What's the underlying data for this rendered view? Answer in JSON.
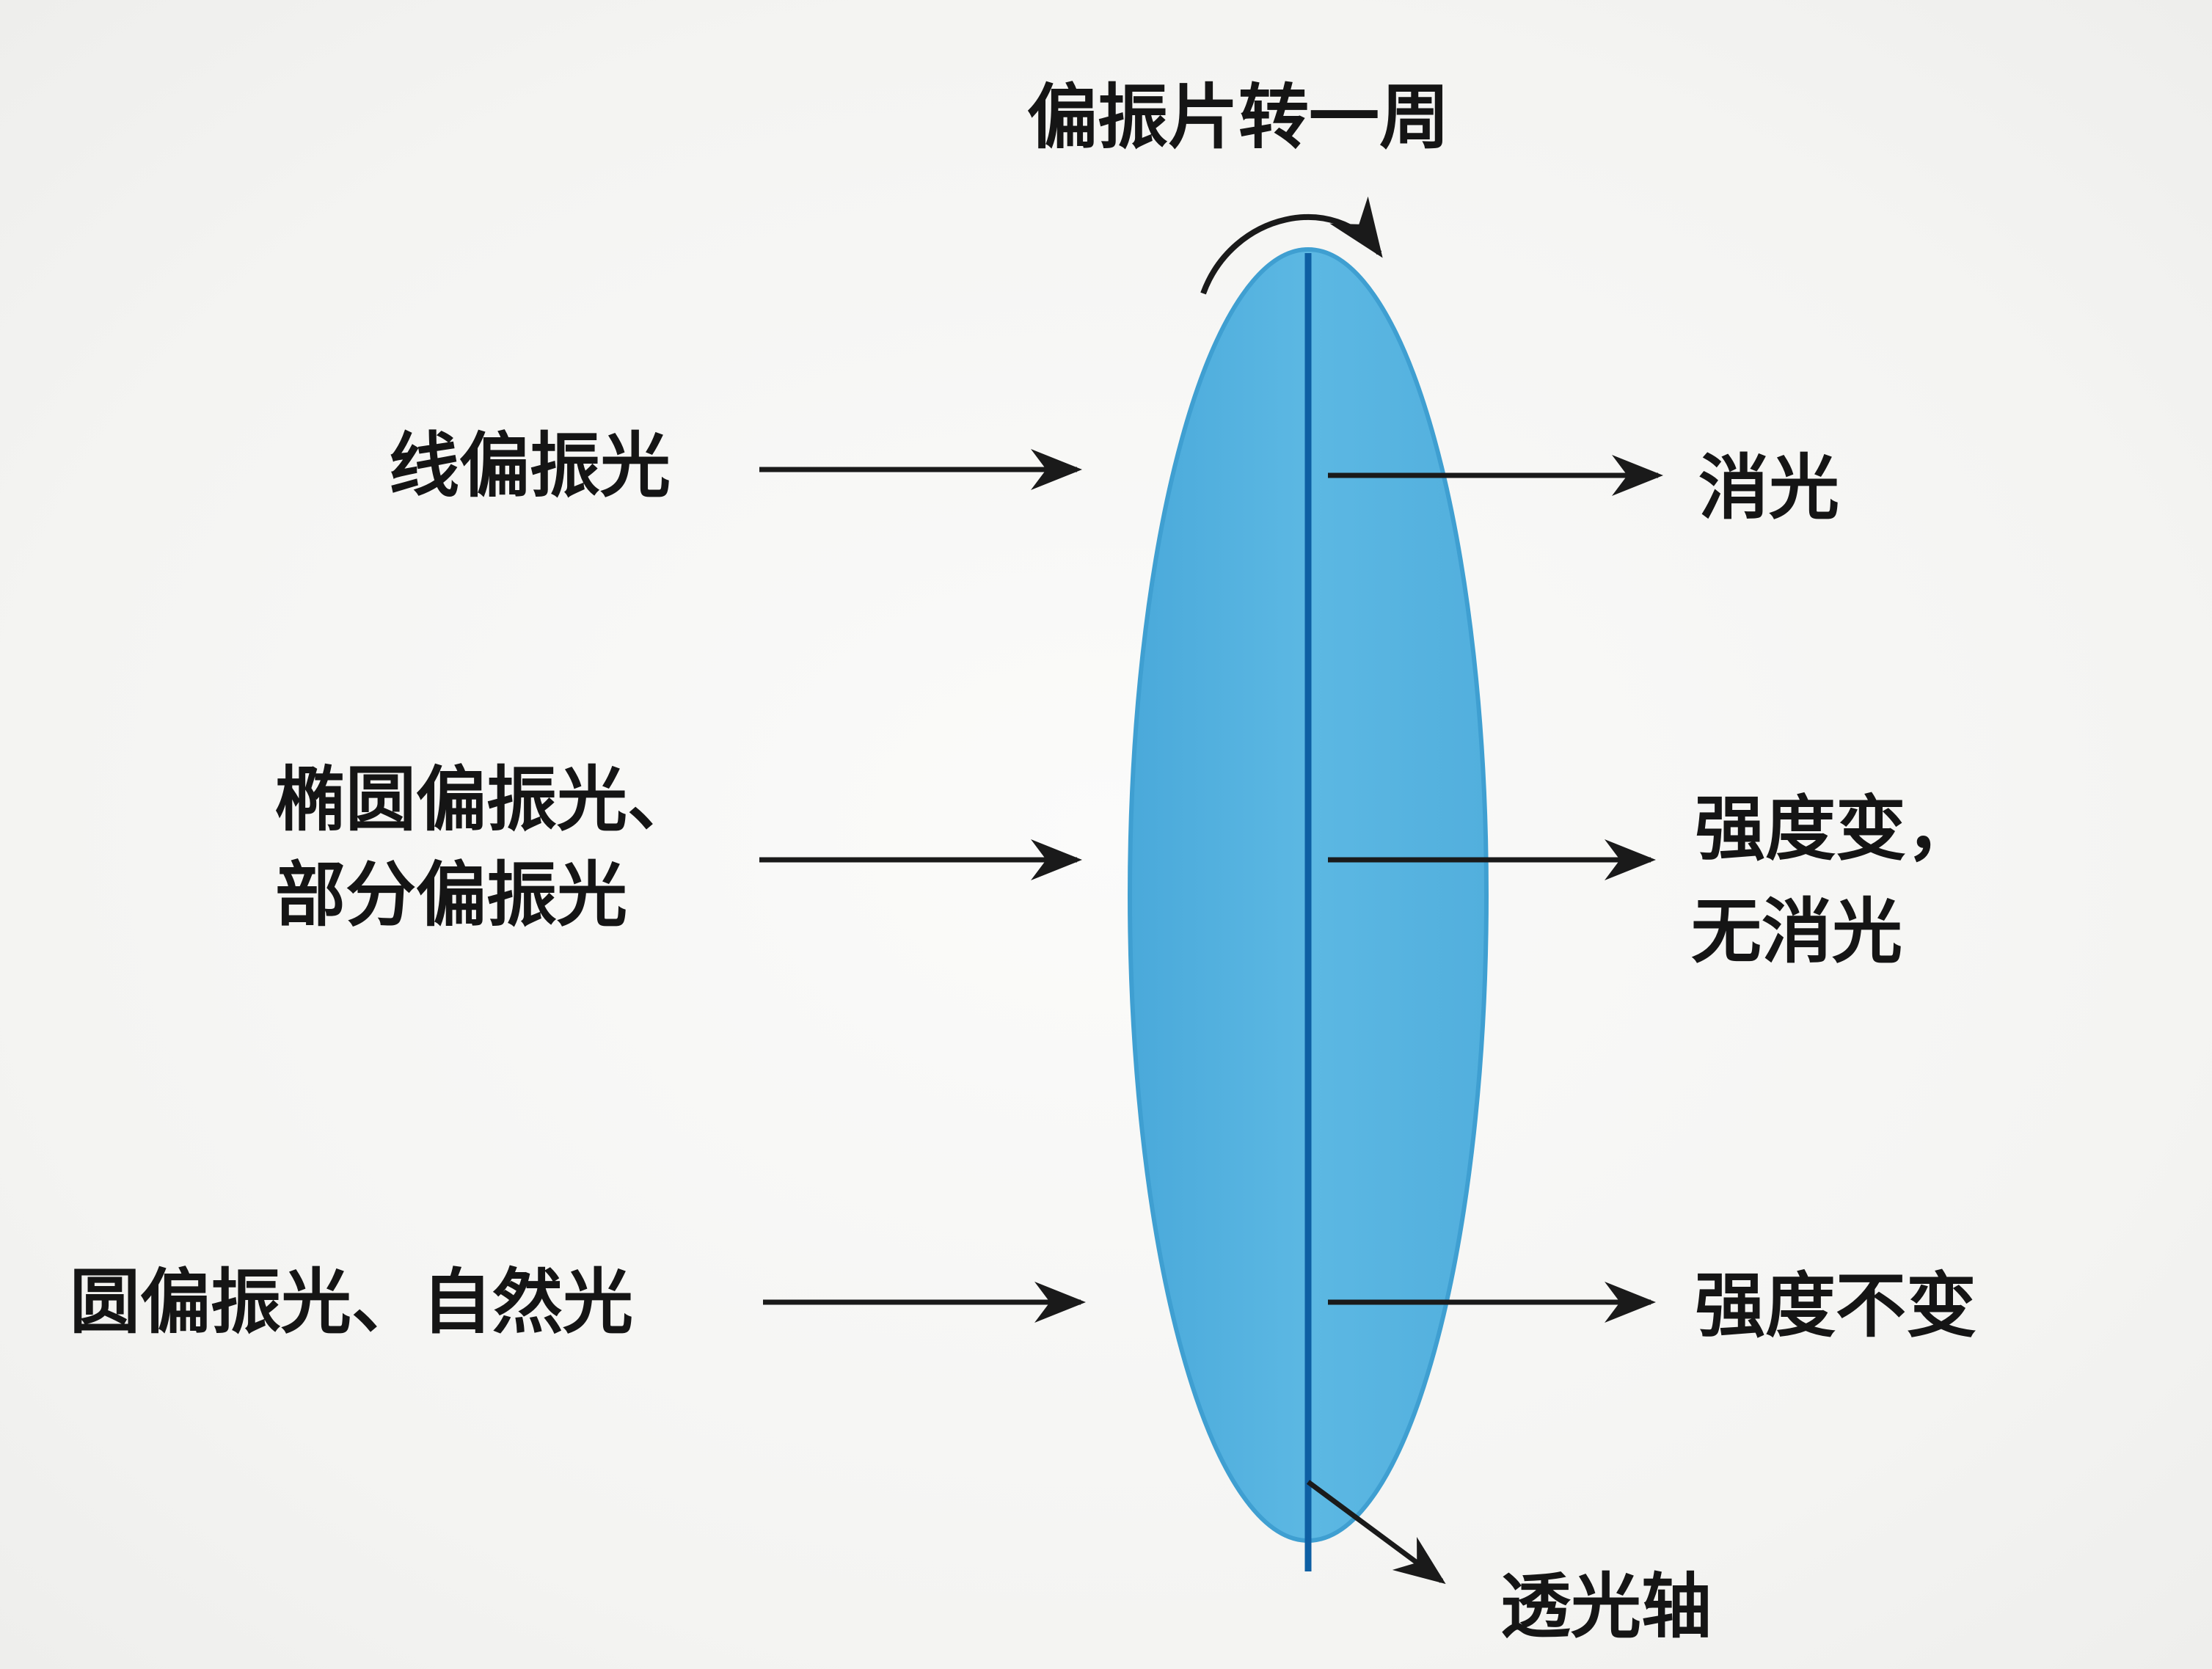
{
  "diagram": {
    "title": "偏振片转一周",
    "axis_label": "透光轴",
    "inputs": [
      {
        "lines": [
          "线偏振光"
        ]
      },
      {
        "lines": [
          "椭圆偏振光、",
          "部分偏振光"
        ]
      },
      {
        "lines": [
          "圆偏振光、自然光"
        ]
      }
    ],
    "outputs": [
      {
        "lines": [
          "消光"
        ]
      },
      {
        "lines": [
          "强度变，",
          "无消光"
        ]
      },
      {
        "lines": [
          "强度不变"
        ]
      }
    ]
  },
  "colors": {
    "polarizer_fill": "#56b4e0",
    "polarizer_edge": "#3f9fd1",
    "axis_line": "#0e5fa3",
    "arrow": "#1a1a1a"
  }
}
